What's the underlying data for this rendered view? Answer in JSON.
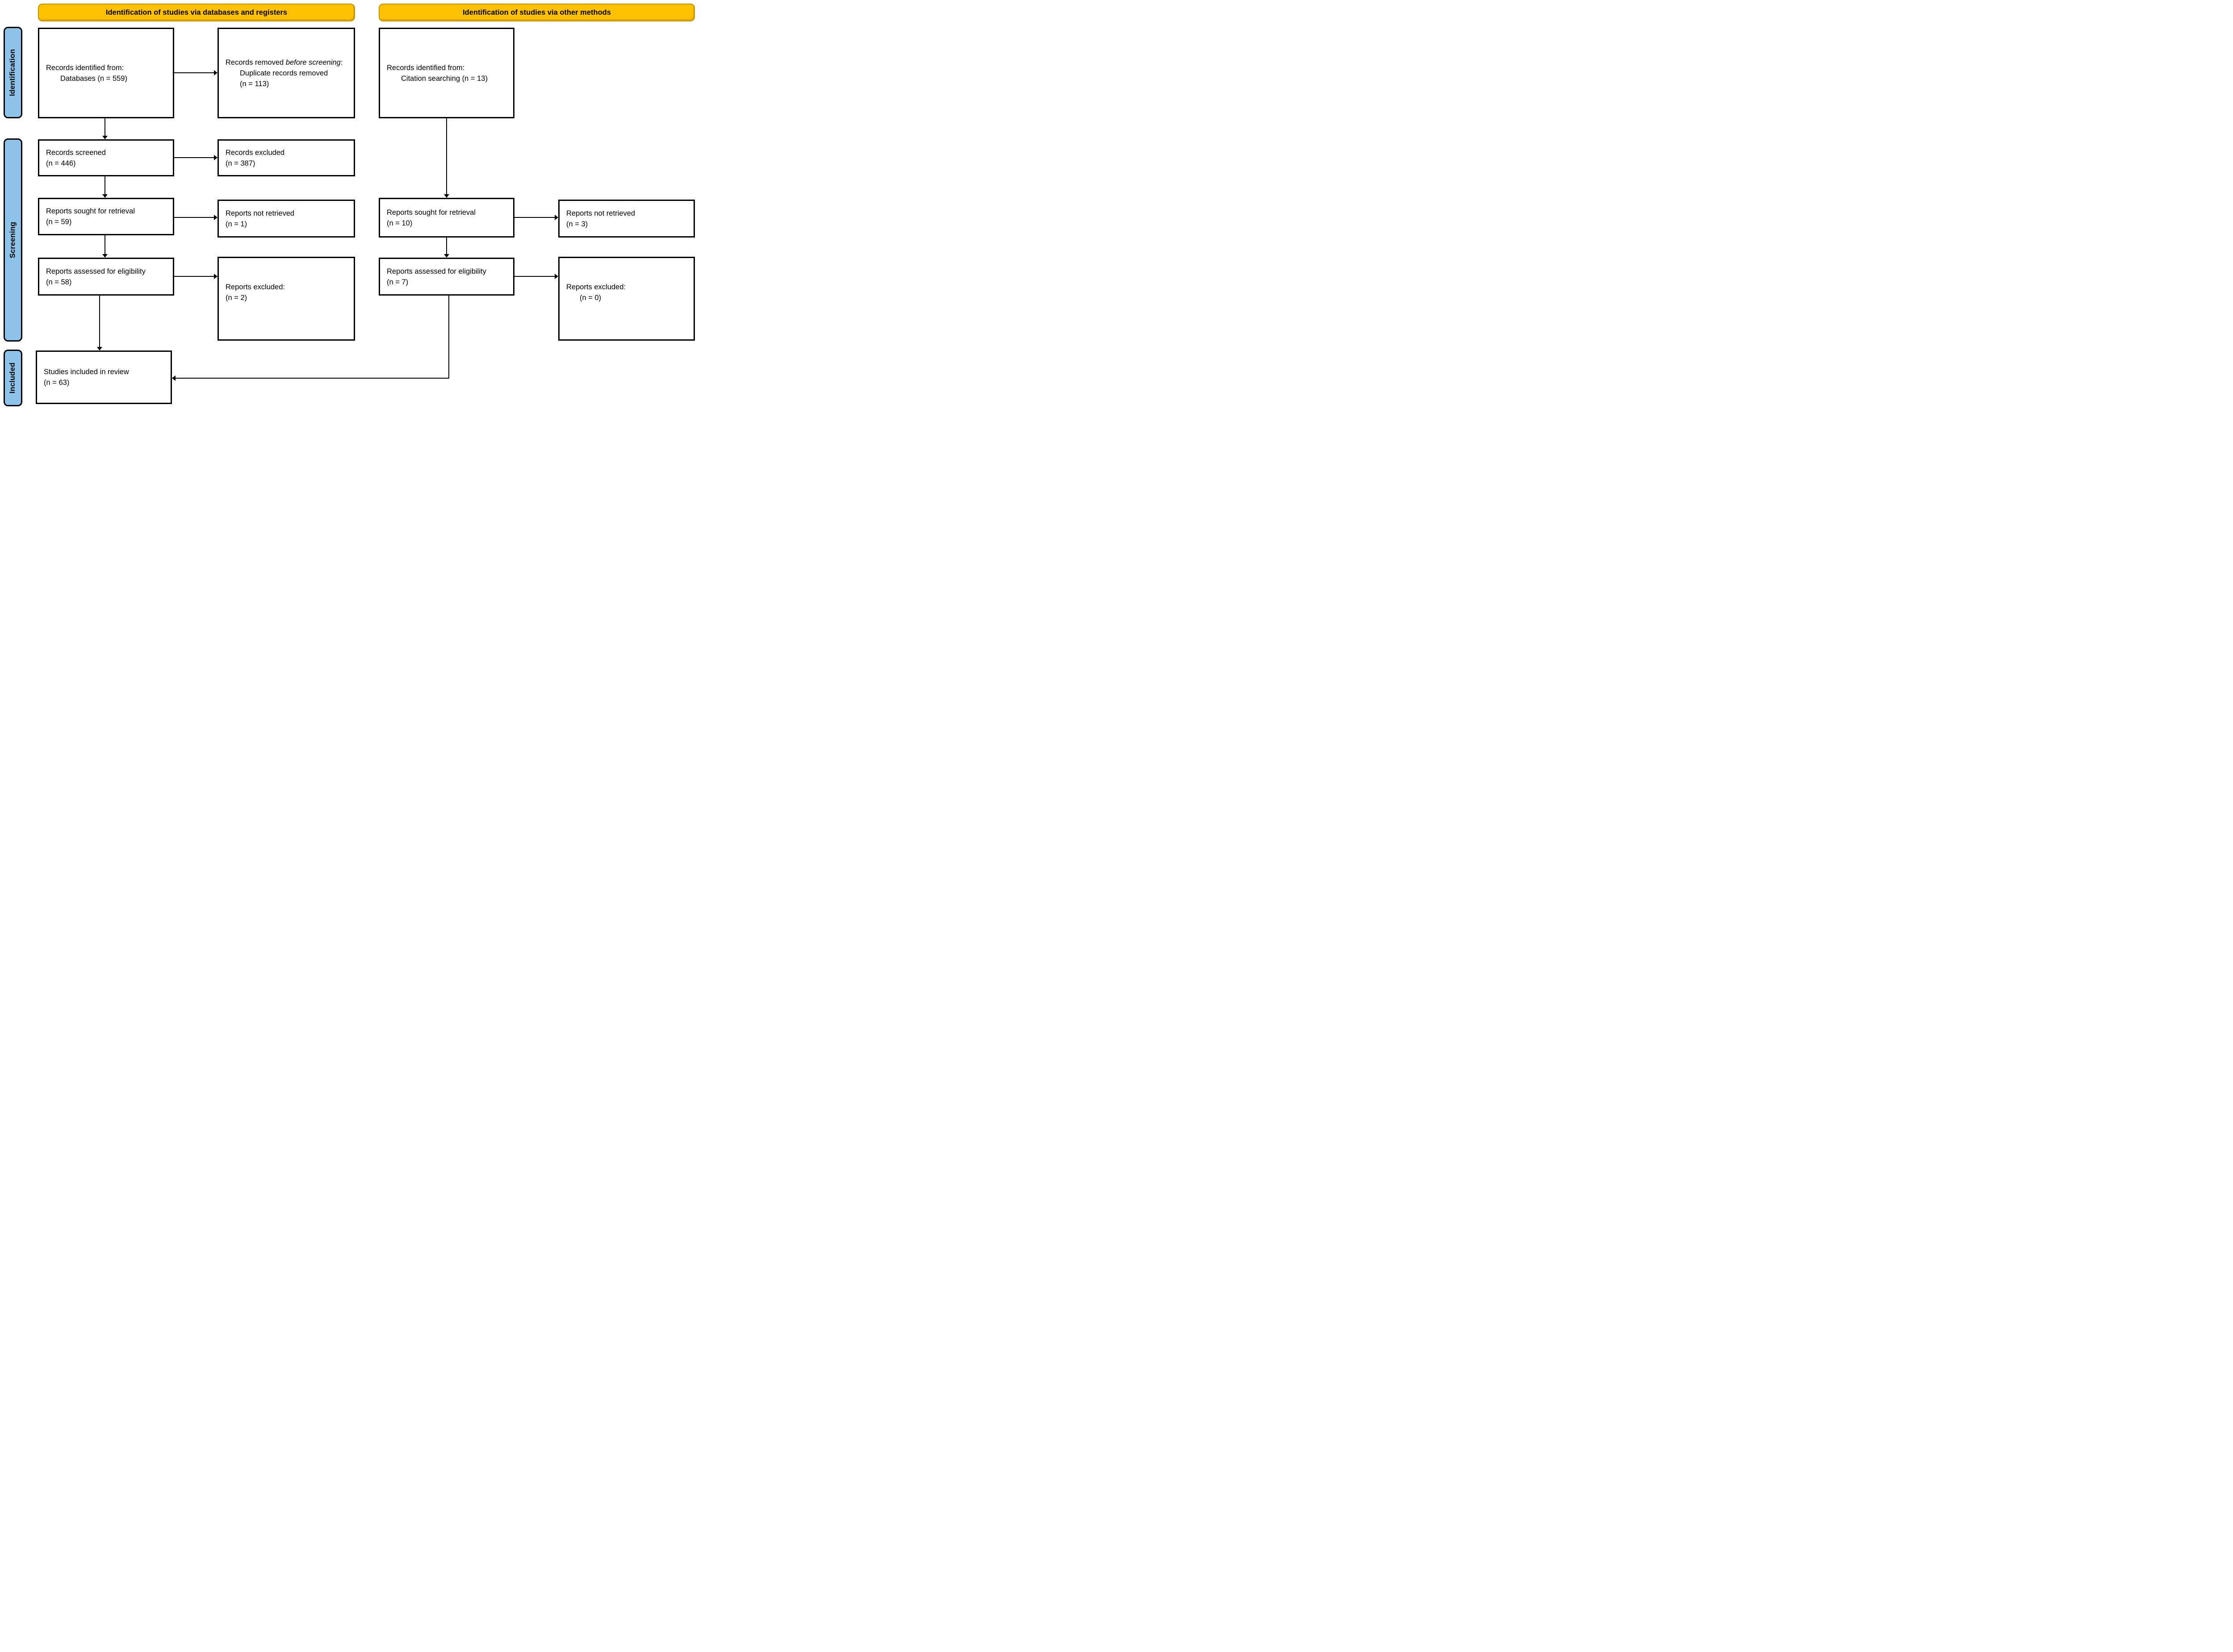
{
  "banners": {
    "databases": "Identification of studies via databases and registers",
    "other": "Identification of studies via other methods"
  },
  "sidebar": {
    "identification": "Identification",
    "screening": "Screening",
    "included": "Included"
  },
  "boxes": {
    "records_identified": {
      "line1": "Records identified from:",
      "line2": "Databases (n = 559)"
    },
    "records_removed": {
      "line1_normal": "Records removed ",
      "line1_italic": "before screening",
      "line1_colon": ":",
      "line2": "Duplicate records removed",
      "line3": "(n = 113)"
    },
    "records_identified_other": {
      "line1": "Records identified from:",
      "line2": "Citation searching (n = 13)"
    },
    "records_screened": {
      "line1": "Records screened",
      "line2": "(n = 446)"
    },
    "records_excluded": {
      "line1": "Records excluded",
      "line2": "(n = 387)"
    },
    "reports_sought": {
      "line1": "Reports sought for retrieval",
      "line2": "(n = 59)"
    },
    "reports_not_retrieved": {
      "line1": "Reports not retrieved",
      "line2": "(n = 1)"
    },
    "reports_assessed": {
      "line1": "Reports assessed for eligibility",
      "line2": "(n = 58)"
    },
    "reports_excluded": {
      "line1": "Reports excluded:",
      "line2": "(n = 2)"
    },
    "reports_sought_other": {
      "line1": "Reports sought for retrieval",
      "line2": "(n = 10)"
    },
    "reports_not_retrieved_other": {
      "line1": "Reports not retrieved",
      "line2": "(n = 3)"
    },
    "reports_assessed_other": {
      "line1": "Reports assessed for eligibility",
      "line2": "(n = 7)"
    },
    "reports_excluded_other": {
      "line1": "Reports excluded:",
      "line2": "(n = 0)"
    },
    "studies_included": {
      "line1": "Studies included in review",
      "line2": "(n = 63)"
    }
  },
  "colors": {
    "banner_fill": "#FFC000",
    "banner_border": "#BF9000",
    "sidebar_fill": "#8DC3E8",
    "box_border": "#000000",
    "line_color": "#000000"
  }
}
